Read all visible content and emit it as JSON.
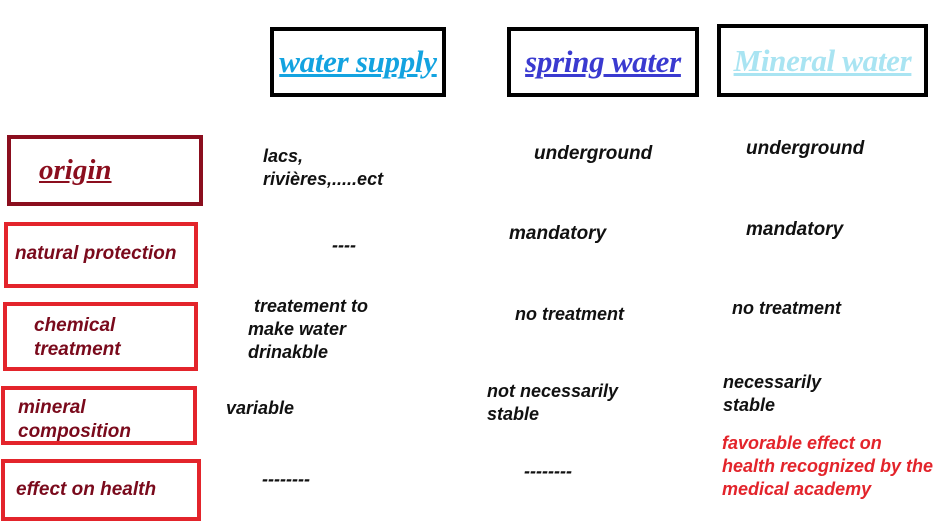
{
  "columns": {
    "water_supply": "water supply",
    "spring_water": "spring water",
    "mineral_water": "Mineral water"
  },
  "colors": {
    "water_supply": "#13a3e0",
    "spring_water": "#3a3ad0",
    "mineral_water": "#a9e4f2",
    "row_border": "#e3242b",
    "origin_border": "#8b0e1e",
    "row_text": "#7a0a1c",
    "highlight_text": "#e3242b"
  },
  "rows": {
    "origin": "origin",
    "natural_protection": "natural protection",
    "chemical_treatment": [
      "chemical",
      "treatment"
    ],
    "mineral_composition": [
      "mineral",
      "composition"
    ],
    "effect_on_health": "effect on health"
  },
  "cells": {
    "origin": {
      "water_supply": [
        "lacs,",
        "rivières,.....ect"
      ],
      "spring_water": "underground",
      "mineral_water": "underground"
    },
    "natural_protection": {
      "water_supply": "----",
      "spring_water": "mandatory",
      "mineral_water": "mandatory"
    },
    "chemical_treatment": {
      "water_supply": [
        "treatement to",
        "make water",
        "drinakble"
      ],
      "spring_water": "no treatment",
      "mineral_water": "no treatment"
    },
    "mineral_composition": {
      "water_supply": "variable",
      "spring_water": [
        "not necessarily",
        "stable"
      ],
      "mineral_water": [
        "necessarily",
        "stable"
      ]
    },
    "effect_on_health": {
      "water_supply": "--------",
      "spring_water": "--------",
      "mineral_water": [
        "favorable effect on",
        "health recognized by the",
        "medical academy"
      ]
    }
  }
}
